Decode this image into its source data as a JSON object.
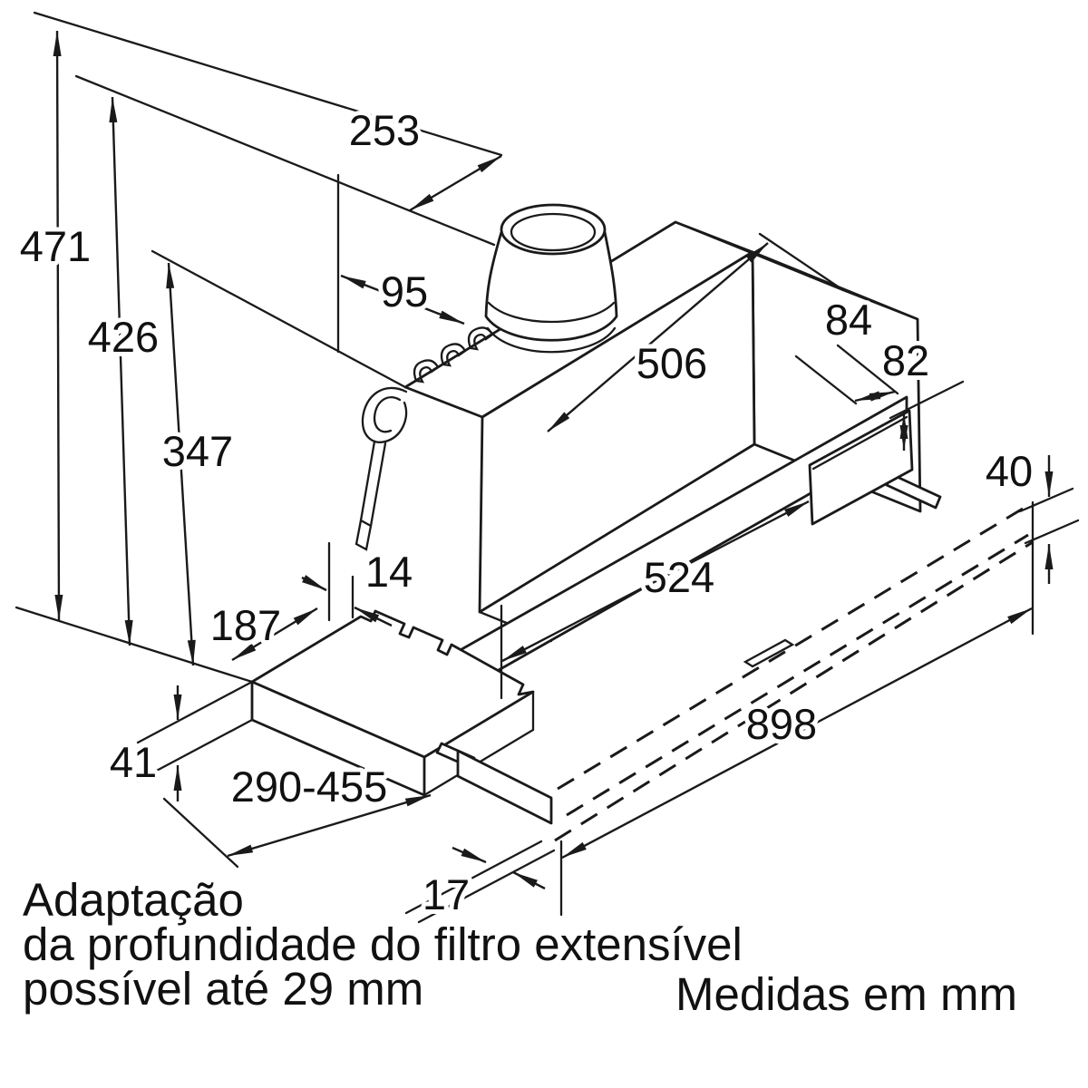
{
  "drawing": {
    "kind": "installation-dimension-drawing",
    "units_note": "Medidas em mm",
    "labels": {
      "h471": "471",
      "h426": "426",
      "h347": "347",
      "w253": "253",
      "w95": "95",
      "w506": "506",
      "w84": "84",
      "h82": "82",
      "h40": "40",
      "w524": "524",
      "w14": "14",
      "w187": "187",
      "h41": "41",
      "d290455": "290-455",
      "w17": "17",
      "w898": "898"
    },
    "note": {
      "line1": "Adaptação",
      "line2": "da profundidade do filtro extensível",
      "line3": "possível até 29 mm"
    },
    "colors": {
      "line": "#1a1a1a",
      "background": "#ffffff"
    }
  }
}
